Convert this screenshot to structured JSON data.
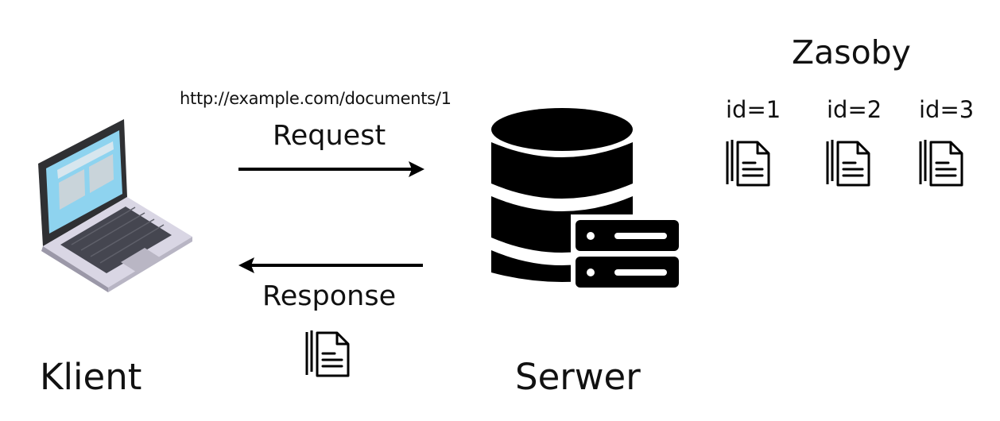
{
  "request": {
    "url": "http://example.com/documents/1",
    "label": "Request"
  },
  "response": {
    "label": "Response"
  },
  "client": {
    "label": "Klient",
    "icon": "laptop-icon"
  },
  "server": {
    "label": "Serwer",
    "icon": "database-server-icon"
  },
  "resources": {
    "title": "Zasoby",
    "items": [
      {
        "label": "id=1",
        "icon": "document-icon"
      },
      {
        "label": "id=2",
        "icon": "document-icon"
      },
      {
        "label": "id=3",
        "icon": "document-icon"
      }
    ]
  }
}
